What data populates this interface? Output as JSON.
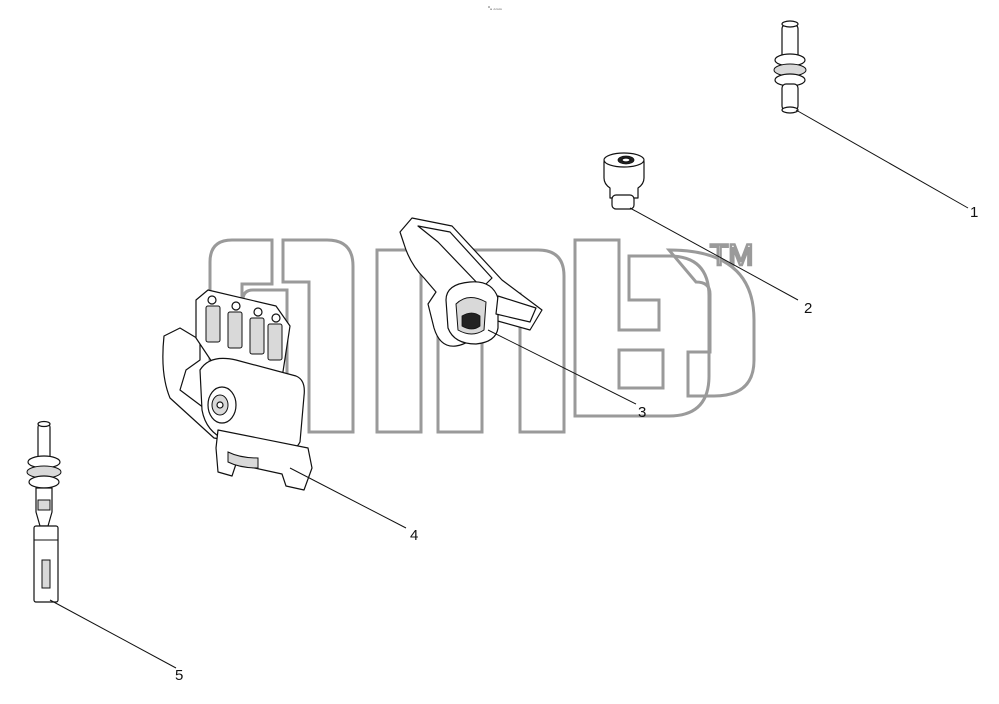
{
  "header": {
    "small_text": "⁰ₐ ₒₘₘ"
  },
  "watermark": {
    "trademark": "TM",
    "color": "#9a9a9a"
  },
  "callouts": [
    "1",
    "2",
    "3",
    "4",
    "5"
  ],
  "parts": [
    {
      "callout": "1",
      "icon": "pin-with-seal-icon"
    },
    {
      "callout": "2",
      "icon": "wire-seal-icon"
    },
    {
      "callout": "3",
      "icon": "cable-cover-icon"
    },
    {
      "callout": "4",
      "icon": "connector-housing-icon"
    },
    {
      "callout": "5",
      "icon": "terminal-with-seal-icon"
    }
  ]
}
